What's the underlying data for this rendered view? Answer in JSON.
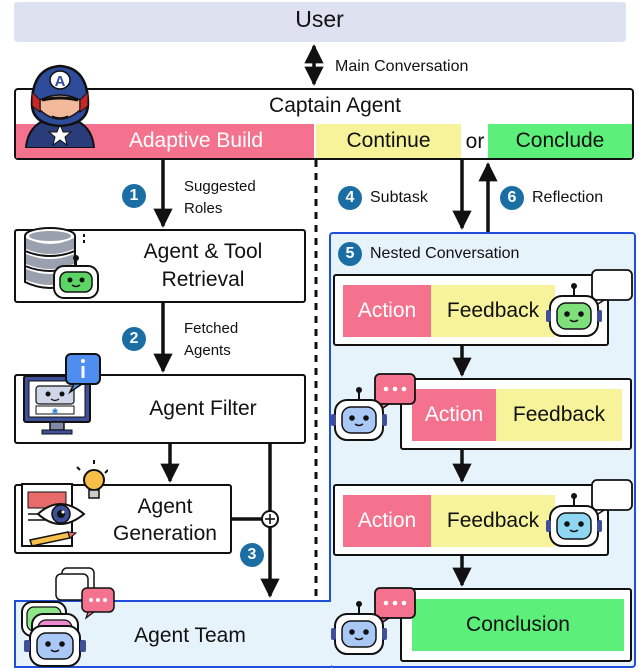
{
  "user": {
    "label": "User"
  },
  "main_conversation": {
    "label": "Main Conversation"
  },
  "captain": {
    "title": "Captain Agent",
    "adaptive_build": "Adaptive Build",
    "continue": "Continue",
    "or": "or",
    "conclude": "Conclude"
  },
  "steps": [
    {
      "num": "1",
      "label_line1": "Suggested",
      "label_line2": "Roles"
    },
    {
      "num": "2",
      "label_line1": "Fetched",
      "label_line2": "Agents"
    },
    {
      "num": "3"
    },
    {
      "num": "4",
      "label": "Subtask"
    },
    {
      "num": "5",
      "label": "Nested Conversation"
    },
    {
      "num": "6",
      "label": "Reflection"
    }
  ],
  "left": {
    "retrieval_line1": "Agent & Tool",
    "retrieval_line2": "Retrieval",
    "filter": "Agent Filter",
    "generation_line1": "Agent",
    "generation_line2": "Generation",
    "team": "Agent Team"
  },
  "nested": {
    "rows": [
      {
        "action": "Action",
        "feedback": "Feedback"
      },
      {
        "action": "Action",
        "feedback": "Feedback"
      },
      {
        "action": "Action",
        "feedback": "Feedback"
      }
    ],
    "conclusion": "Conclusion"
  },
  "colors": {
    "pink": "#f4728d",
    "yellow": "#f6f39a",
    "green": "#5cf07a",
    "blue_step": "#1a6ea4",
    "panel_blue": "#e7f3fb",
    "border_blue": "#1f4fd8",
    "user_bar": "#dee2f0"
  }
}
